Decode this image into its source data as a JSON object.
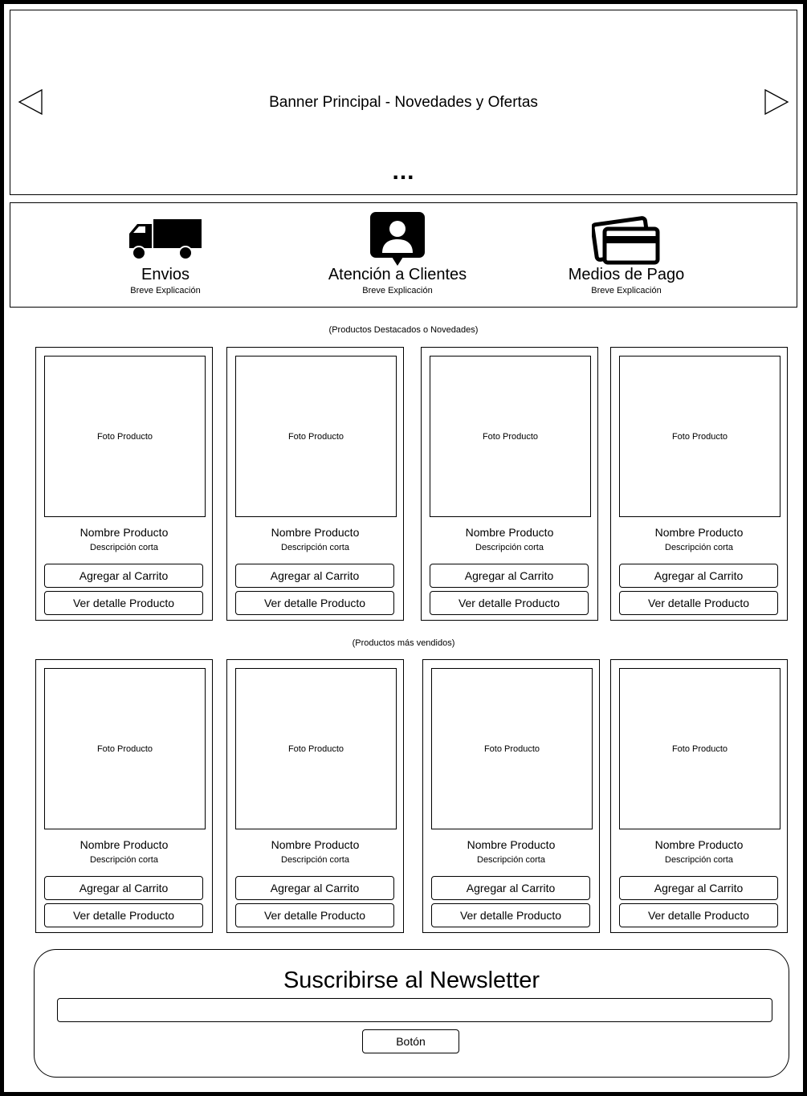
{
  "banner": {
    "title": "Banner Principal - Novedades y Ofertas",
    "dots": "...",
    "prev_icon": "triangle-left-icon",
    "next_icon": "triangle-right-icon"
  },
  "services": [
    {
      "icon": "truck-icon",
      "title": "Envios",
      "description": "Breve Explicación"
    },
    {
      "icon": "user-chat-icon",
      "title": "Atención a Clientes",
      "description": "Breve Explicación"
    },
    {
      "icon": "credit-card-icon",
      "title": "Medios de Pago",
      "description": "Breve Explicación"
    }
  ],
  "featured": {
    "label": "(Productos Destacados o Novedades)",
    "products": [
      {
        "photo": "Foto Producto",
        "name": "Nombre Producto",
        "description": "Descripción corta",
        "cart_label": "Agregar al Carrito",
        "detail_label": "Ver detalle Producto"
      },
      {
        "photo": "Foto Producto",
        "name": "Nombre Producto",
        "description": "Descripción corta",
        "cart_label": "Agregar al Carrito",
        "detail_label": "Ver detalle Producto"
      },
      {
        "photo": "Foto Producto",
        "name": "Nombre Producto",
        "description": "Descripción corta",
        "cart_label": "Agregar al Carrito",
        "detail_label": "Ver detalle Producto"
      },
      {
        "photo": "Foto Producto",
        "name": "Nombre Producto",
        "description": "Descripción corta",
        "cart_label": "Agregar al Carrito",
        "detail_label": "Ver detalle Producto"
      }
    ]
  },
  "bestsellers": {
    "label": "(Productos más vendidos)",
    "products": [
      {
        "photo": "Foto Producto",
        "name": "Nombre Producto",
        "description": "Descripción corta",
        "cart_label": "Agregar al Carrito",
        "detail_label": "Ver detalle Producto"
      },
      {
        "photo": "Foto Producto",
        "name": "Nombre Producto",
        "description": "Descripción corta",
        "cart_label": "Agregar al Carrito",
        "detail_label": "Ver detalle Producto"
      },
      {
        "photo": "Foto Producto",
        "name": "Nombre Producto",
        "description": "Descripción corta",
        "cart_label": "Agregar al Carrito",
        "detail_label": "Ver detalle Producto"
      },
      {
        "photo": "Foto Producto",
        "name": "Nombre Producto",
        "description": "Descripción corta",
        "cart_label": "Agregar al Carrito",
        "detail_label": "Ver detalle Producto"
      }
    ]
  },
  "newsletter": {
    "title": "Suscribirse al Newsletter",
    "input_value": "",
    "button_label": "Botón"
  }
}
